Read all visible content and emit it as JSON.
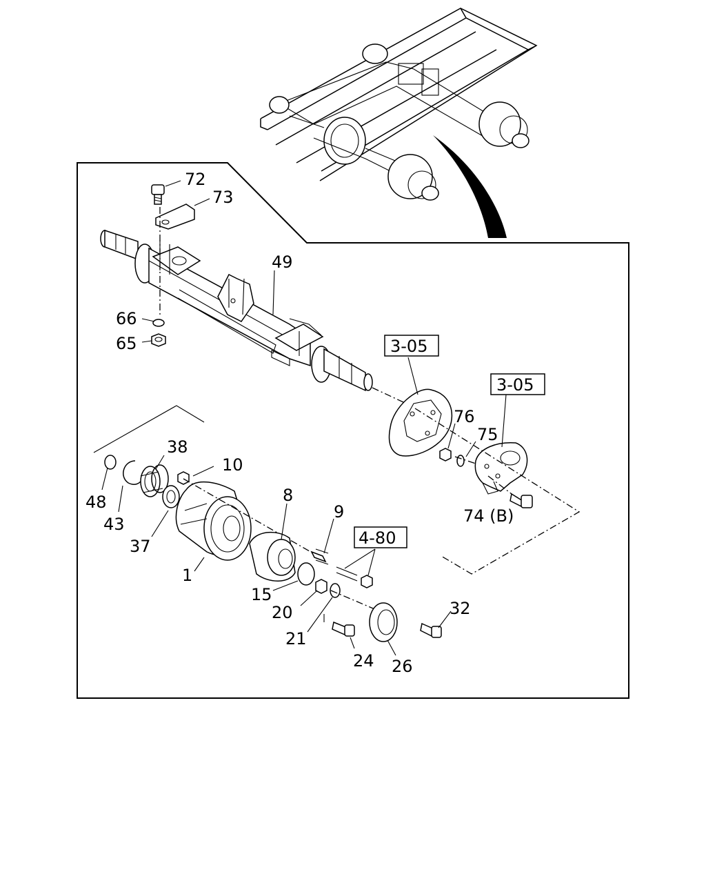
{
  "diagram": {
    "callouts": [
      {
        "id": "72",
        "text": "72"
      },
      {
        "id": "73",
        "text": "73"
      },
      {
        "id": "49",
        "text": "49"
      },
      {
        "id": "66",
        "text": "66"
      },
      {
        "id": "65",
        "text": "65"
      },
      {
        "id": "76",
        "text": "76"
      },
      {
        "id": "75",
        "text": "75"
      },
      {
        "id": "74",
        "text": "74 (B)"
      },
      {
        "id": "38",
        "text": "38"
      },
      {
        "id": "10",
        "text": "10"
      },
      {
        "id": "48",
        "text": "48"
      },
      {
        "id": "43",
        "text": "43"
      },
      {
        "id": "37",
        "text": "37"
      },
      {
        "id": "8",
        "text": "8"
      },
      {
        "id": "9",
        "text": "9"
      },
      {
        "id": "1",
        "text": "1"
      },
      {
        "id": "15",
        "text": "15"
      },
      {
        "id": "20",
        "text": "20"
      },
      {
        "id": "21",
        "text": "21"
      },
      {
        "id": "24",
        "text": "24"
      },
      {
        "id": "26",
        "text": "26"
      },
      {
        "id": "32",
        "text": "32"
      }
    ],
    "references": [
      {
        "id": "ref-305-a",
        "text": "3-05"
      },
      {
        "id": "ref-305-b",
        "text": "3-05"
      },
      {
        "id": "ref-480",
        "text": "4-80"
      }
    ]
  }
}
